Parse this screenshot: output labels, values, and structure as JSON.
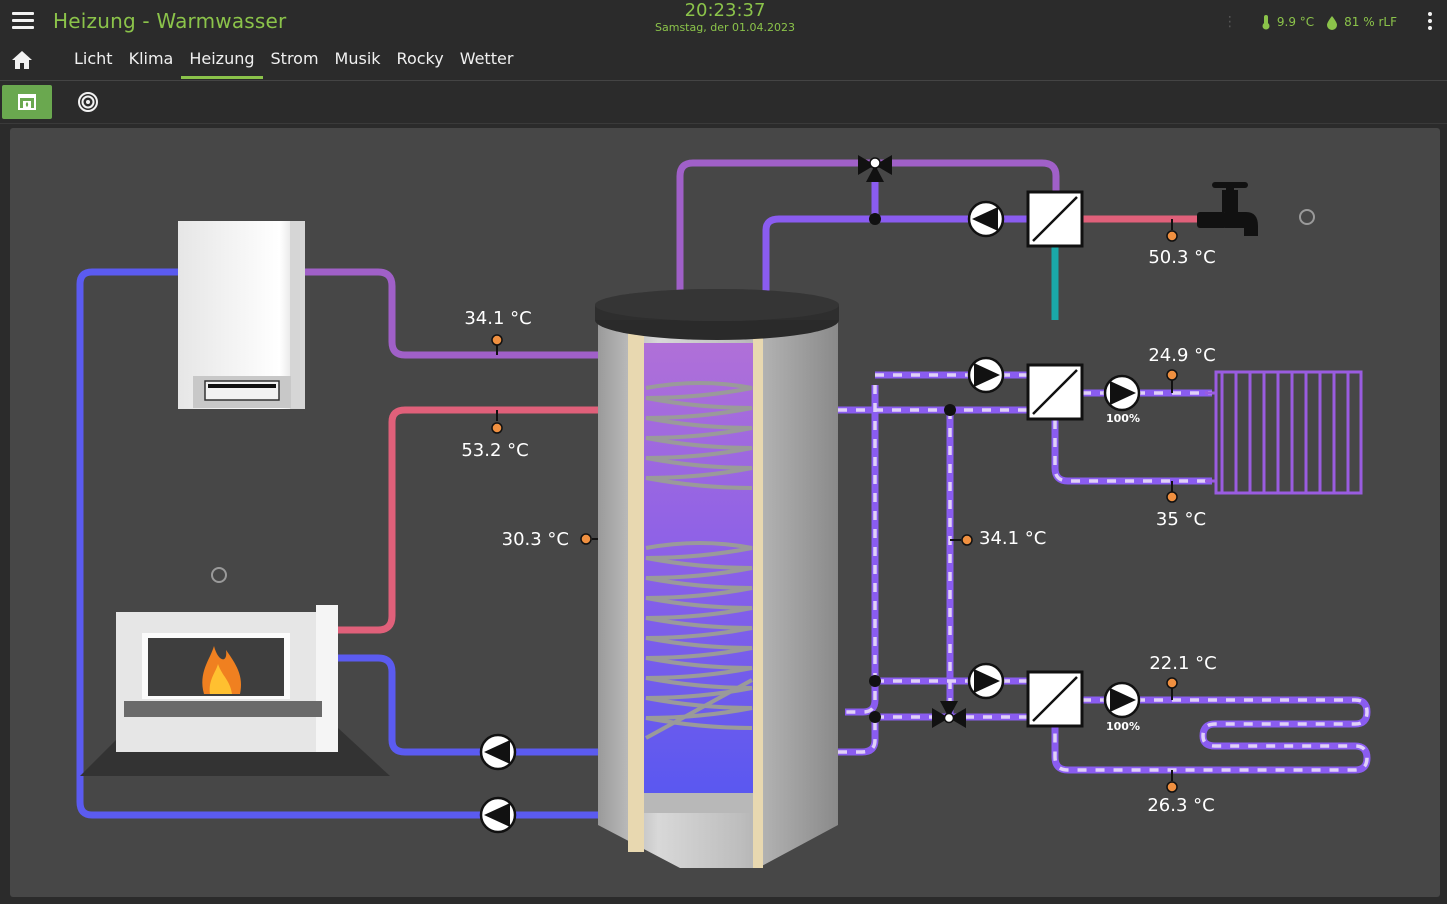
{
  "app": {
    "title": "Heizung - Warmwasser",
    "time": "20:23:37",
    "date": "Samstag, der 01.04.2023",
    "outdoor_temp": "9.9 °C",
    "humidity": "81 % rLF",
    "icons": {
      "menu": "hamburger-menu-icon",
      "more": "more-vertical-icon",
      "temp": "thermometer-icon",
      "humidity": "droplet-icon"
    }
  },
  "nav": {
    "tabs": [
      {
        "label": "Licht",
        "active": false
      },
      {
        "label": "Klima",
        "active": false
      },
      {
        "label": "Heizung",
        "active": true
      },
      {
        "label": "Strom",
        "active": false
      },
      {
        "label": "Musik",
        "active": false
      },
      {
        "label": "Rocky",
        "active": false
      },
      {
        "label": "Wetter",
        "active": false
      }
    ]
  },
  "subnav": {
    "items": [
      {
        "icon": "fireplace-icon",
        "active": true
      },
      {
        "icon": "target-icon",
        "active": false
      }
    ]
  },
  "diagram": {
    "temps": {
      "boiler_flow": "34.1 °C",
      "fireplace_flow": "53.2 °C",
      "tank_mid": "30.3 °C",
      "hot_water": "50.3 °C",
      "radiator_flow": "24.9 °C",
      "radiator_return": "35 °C",
      "mix_line": "34.1 °C",
      "floor_flow": "22.1 °C",
      "floor_return": "26.3 °C"
    },
    "pumps": {
      "radiator_speed": "100%",
      "floor_speed": "100%"
    },
    "colors": {
      "cold": "#5b5bf0",
      "warm": "#a060c8",
      "hot": "#e0607a",
      "mix": "#9a70e0",
      "teal": "#1aa8a8",
      "sensor": "#f09040",
      "accent": "#8bc34a"
    }
  }
}
